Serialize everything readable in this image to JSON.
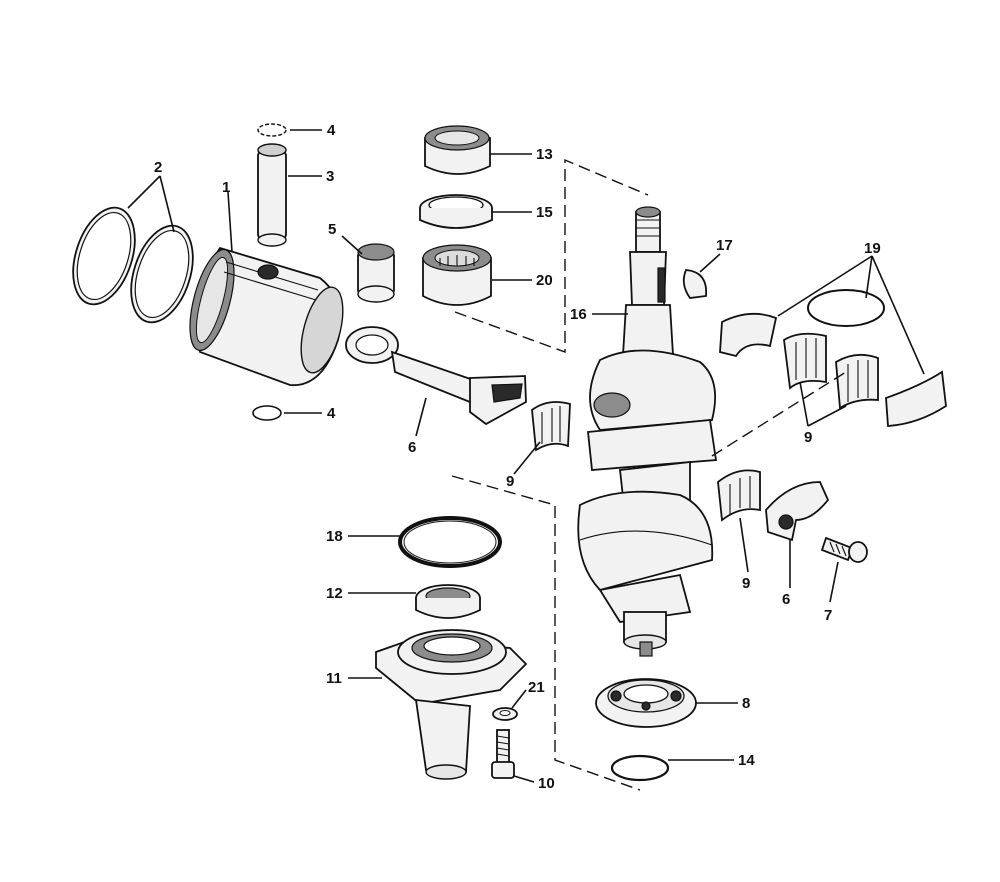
{
  "callouts": [
    {
      "id": "c1",
      "text": "1"
    },
    {
      "id": "c2",
      "text": "2"
    },
    {
      "id": "c3",
      "text": "3"
    },
    {
      "id": "c4a",
      "text": "4"
    },
    {
      "id": "c4b",
      "text": "4"
    },
    {
      "id": "c5",
      "text": "5"
    },
    {
      "id": "c6a",
      "text": "6"
    },
    {
      "id": "c6b",
      "text": "6"
    },
    {
      "id": "c7",
      "text": "7"
    },
    {
      "id": "c8",
      "text": "8"
    },
    {
      "id": "c9a",
      "text": "9"
    },
    {
      "id": "c9b",
      "text": "9"
    },
    {
      "id": "c9c",
      "text": "9"
    },
    {
      "id": "c10",
      "text": "10"
    },
    {
      "id": "c11",
      "text": "11"
    },
    {
      "id": "c12",
      "text": "12"
    },
    {
      "id": "c13",
      "text": "13"
    },
    {
      "id": "c14",
      "text": "14"
    },
    {
      "id": "c15",
      "text": "15"
    },
    {
      "id": "c16",
      "text": "16"
    },
    {
      "id": "c17",
      "text": "17"
    },
    {
      "id": "c18",
      "text": "18"
    },
    {
      "id": "c19",
      "text": "19"
    },
    {
      "id": "c20",
      "text": "20"
    },
    {
      "id": "c21",
      "text": "21"
    }
  ]
}
